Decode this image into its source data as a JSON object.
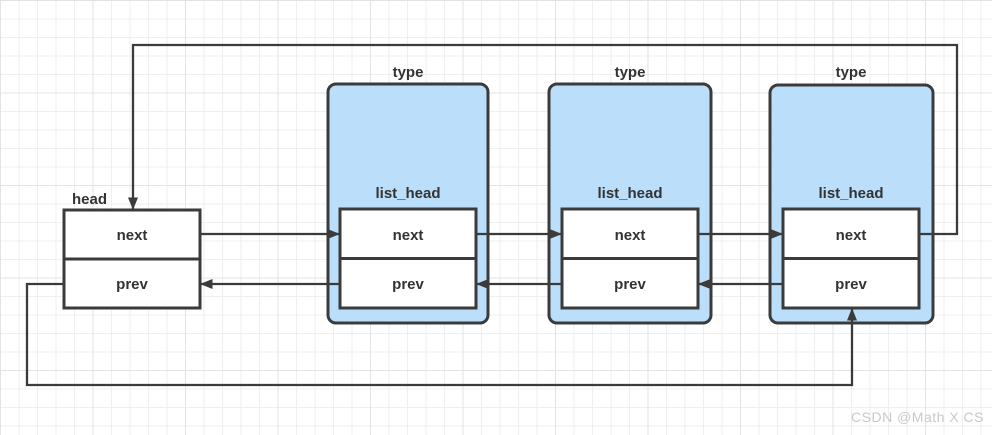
{
  "diagram": {
    "description": "doubly linked list with head and three type nodes embedding list_head",
    "head": {
      "label": "head",
      "next_label": "next",
      "prev_label": "prev"
    },
    "nodes": [
      {
        "title": "type",
        "member_label": "list_head",
        "next_label": "next",
        "prev_label": "prev"
      },
      {
        "title": "type",
        "member_label": "list_head",
        "next_label": "next",
        "prev_label": "prev"
      },
      {
        "title": "type",
        "member_label": "list_head",
        "next_label": "next",
        "prev_label": "prev"
      }
    ],
    "colors": {
      "node_fill": "#bbdefb",
      "cell_fill": "#ffffff",
      "stroke": "#3b3b3b",
      "text": "#333333",
      "grid_minor": "#efefef",
      "grid_major": "#e3e3e3",
      "watermark": "#c9c9c9"
    }
  },
  "watermark": {
    "text": "CSDN @Math X CS"
  }
}
